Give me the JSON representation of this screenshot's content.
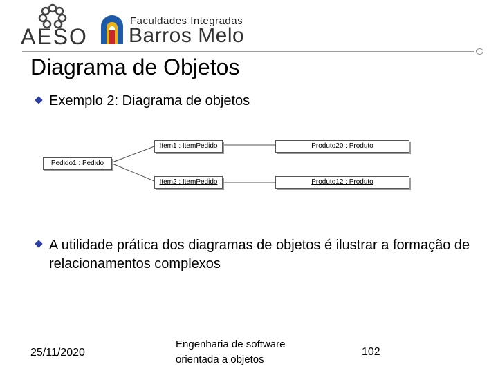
{
  "header": {
    "aeso_logo": {
      "text": "AESO",
      "icon": "linked-rings-icon"
    },
    "fib_logo": {
      "subtitle": "Faculdades Integradas",
      "name": "Barros Melo",
      "icon": "colored-arch-icon"
    }
  },
  "slide": {
    "title": "Diagrama de Objetos",
    "bullets": [
      "Exemplo 2: Diagrama de objetos",
      "A utilidade prática dos diagramas de objetos é ilustrar a formação de relacionamentos complexos"
    ]
  },
  "diagram": {
    "objects": [
      "Pedido1 : Pedido",
      "Item1 : ItemPedido",
      "Item2 : ItemPedido",
      "Produto20 : Produto",
      "Produto12 : Produto"
    ]
  },
  "footer": {
    "date": "25/11/2020",
    "course_line1": "Engenharia de software",
    "course_line2": "orientada a objetos",
    "page": "102"
  },
  "colors": {
    "bullet": "#2e3fa3",
    "rule": "#9a9a9a"
  }
}
